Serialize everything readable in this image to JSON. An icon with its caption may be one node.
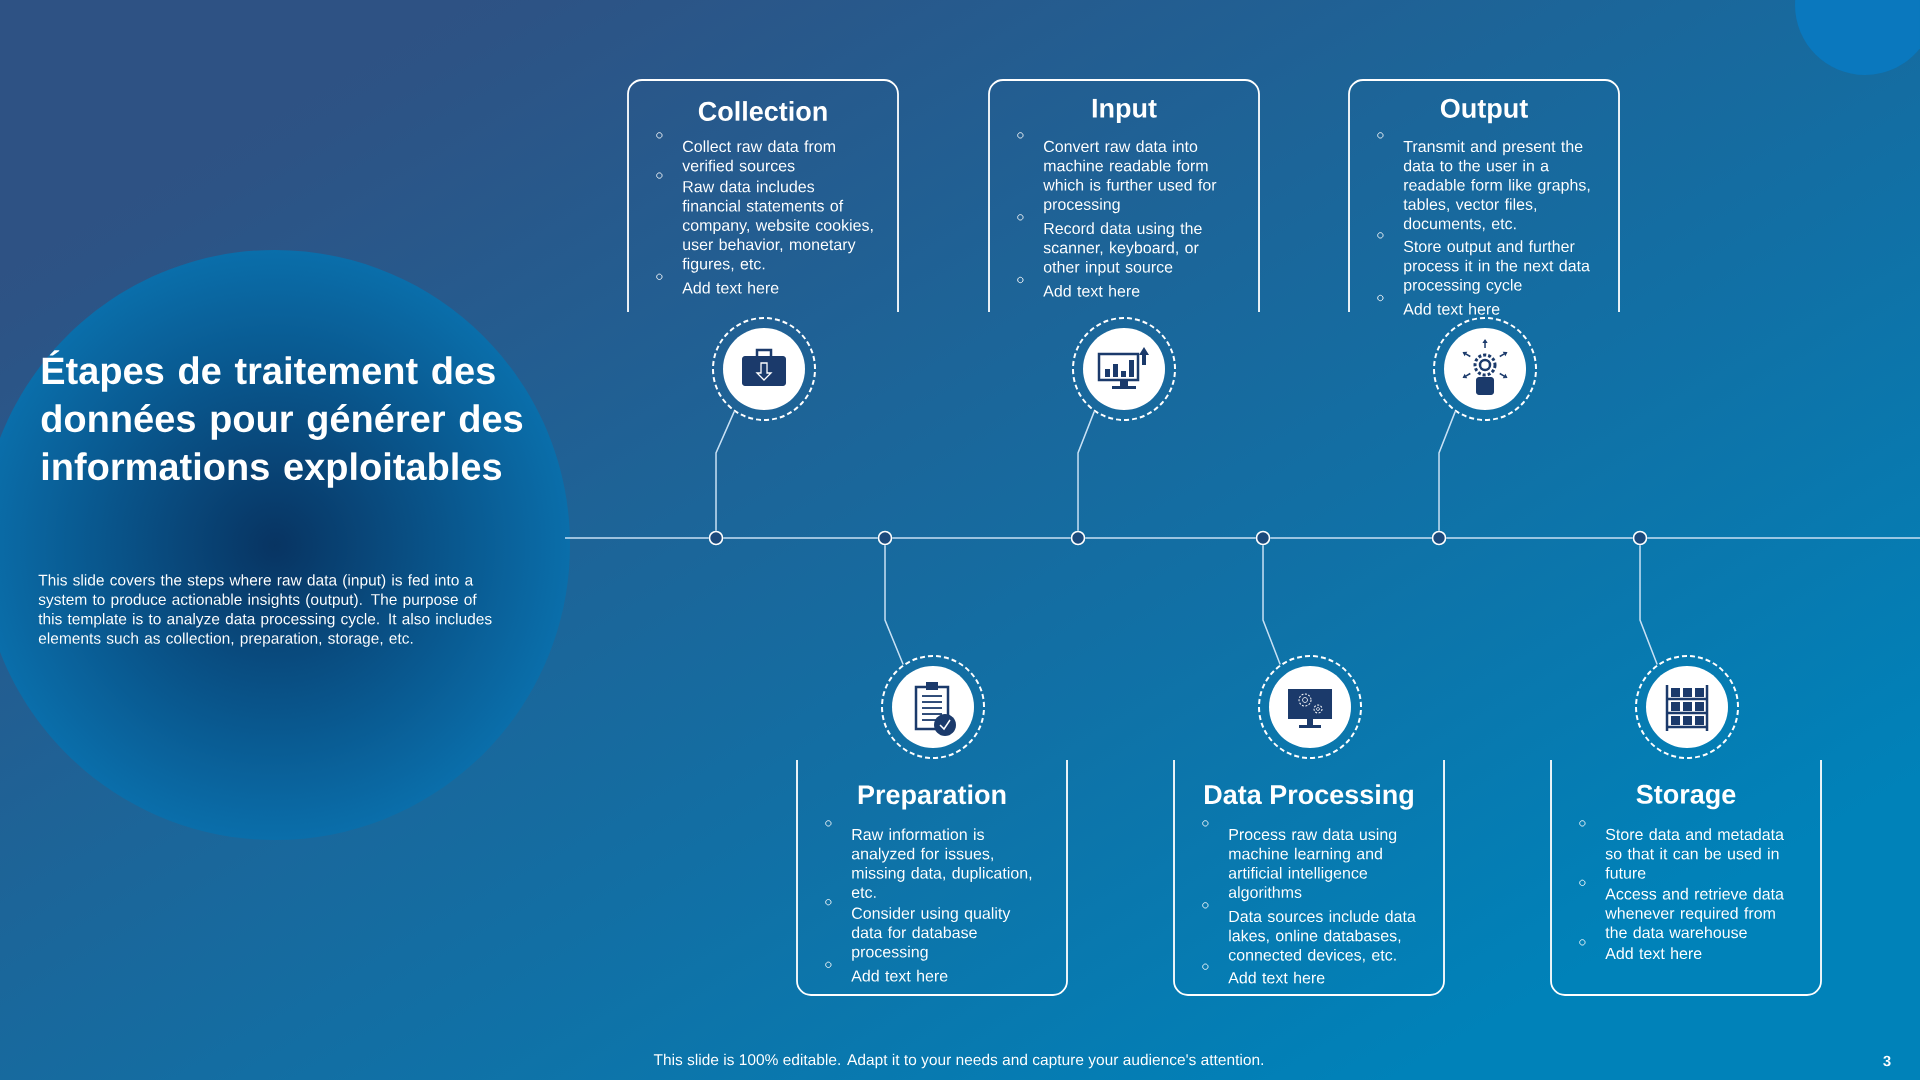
{
  "diagram": {
    "title": "Étapes de traitement des données pour générer des informations exploitables",
    "nodes": [
      {
        "text": [
          "Collection",
          "Collect raw data from verified sources",
          "Raw data includes financial statements of company, website cookies, user behavior, monetary figures, etc.",
          "Add text here"
        ]
      },
      {
        "text": [
          "Input",
          "Convert raw data into machine readable form which is further used for processing",
          "Record data using the scanner, keyboard, or other input source",
          "Add text here"
        ]
      },
      {
        "text": [
          "Output",
          "Transmit and present the data to the user in a readable form like graphs, tables, vector files, documents, etc.",
          "Store output and further process it in the next data processing cycle",
          "Add text here"
        ]
      },
      {
        "text": [
          "Preparation",
          "Raw information is analyzed for issues, missing data,  duplication, etc.",
          "Consider using quality data for database processing",
          "Add text here"
        ]
      },
      {
        "text": [
          "Data Processing",
          "Process raw data using machine learning and artificial intelligence algorithms",
          "Data sources include data lakes, online databases, connected devices, etc.",
          "Add text here"
        ]
      },
      {
        "text": [
          "Storage",
          "Store data and metadata so that it can be used in future",
          "Access and retrieve data whenever required from the data warehouse",
          "Add text here"
        ]
      },
      {
        "text": [],
        "shape": "circle"
      },
      {
        "text": [],
        "shape": "circle"
      },
      {
        "text": [],
        "shape": "circle"
      },
      {
        "text": [],
        "shape": "circle"
      },
      {
        "text": [],
        "shape": "circle"
      },
      {
        "text": [],
        "shape": "circle"
      },
      {
        "text": [],
        "shape": "circle"
      },
      {
        "text": [],
        "shape": "circle"
      },
      {
        "text": [],
        "shape": "circle"
      },
      {
        "text": [],
        "shape": "circle"
      },
      {
        "text": [],
        "shape": "circle"
      },
      {
        "text": [],
        "shape": "circle"
      }
    ],
    "edges": [
      {
        "from": null,
        "to": 12,
        "arrow": "none"
      },
      {
        "from": 12,
        "to": 13,
        "arrow": "none"
      },
      {
        "from": 13,
        "to": 14,
        "arrow": "none"
      },
      {
        "from": 14,
        "to": 15,
        "arrow": "none"
      },
      {
        "from": 15,
        "to": 16,
        "arrow": "none"
      },
      {
        "from": 16,
        "to": 17,
        "arrow": "none"
      },
      {
        "from": 17,
        "to": null,
        "arrow": "none"
      },
      {
        "from": 6,
        "to": 12,
        "arrow": "none"
      },
      {
        "from": 9,
        "to": 13,
        "arrow": "none"
      },
      {
        "from": 7,
        "to": 14,
        "arrow": "none"
      },
      {
        "from": 10,
        "to": 15,
        "arrow": "none"
      },
      {
        "from": 8,
        "to": 16,
        "arrow": "none"
      },
      {
        "from": 11,
        "to": 17,
        "arrow": "none"
      }
    ],
    "labels": [
      "This slide covers the steps where raw data (input) is fed into a system to produce actionable insights (output). The purpose of this template is to analyze data processing cycle. It also includes elements such as collection, preparation, storage, etc.",
      "This slide is 100% editable. Adapt it to your needs and capture your audience's attention.",
      "3"
    ]
  }
}
